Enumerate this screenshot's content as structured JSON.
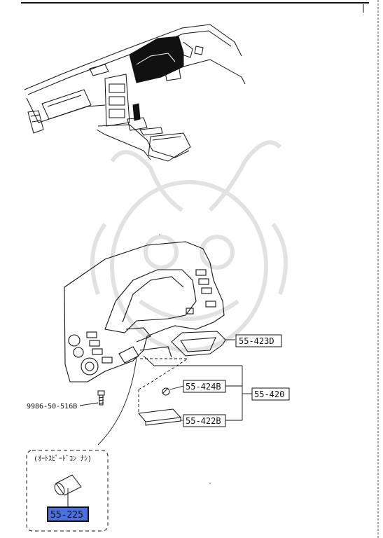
{
  "parts": {
    "p423d": "55-423D",
    "p424b": "55-424B",
    "p420": "55-420",
    "p422b": "55-422B",
    "p225": "55-225",
    "screw": "9986-50-516B"
  },
  "note_text": "(ｵｰﾄｽﾋﾟｰﾄﾞｺﾝ ﾅｼ)",
  "colors": {
    "highlight": "#4a6fe0",
    "ink": "#111111",
    "watermark": "#dedede"
  }
}
